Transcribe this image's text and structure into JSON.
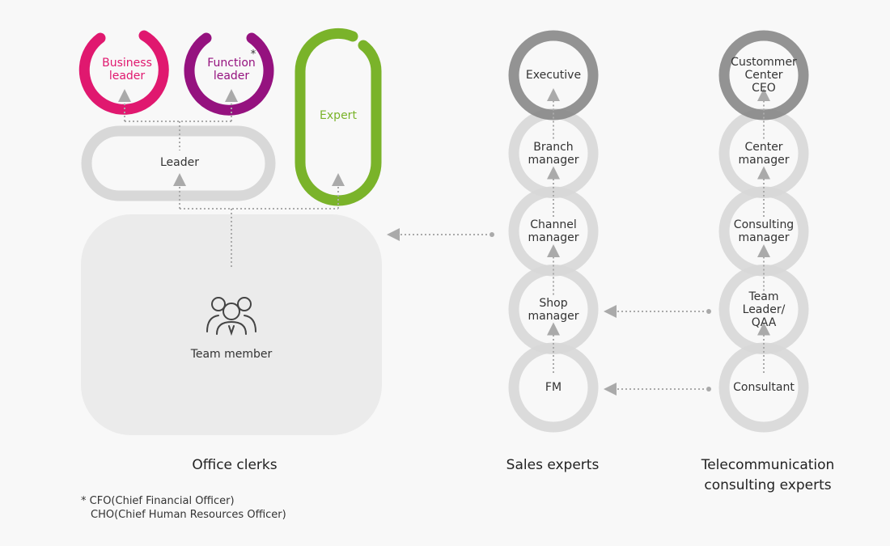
{
  "colors": {
    "business": "#e0186f",
    "function": "#95127f",
    "expert": "#7ab32a",
    "ring_gray": "#d8d8d8",
    "ring_dark": "#8a8a8a",
    "blob": "#ebebeb",
    "dotted": "#aaaaaa"
  },
  "office": {
    "business_leader": "Business\nleader",
    "function_leader": "Function\nleader",
    "function_asterisk": "*",
    "expert": "Expert",
    "leader": "Leader",
    "team_member": "Team member",
    "team_icon": "team-people-icon",
    "title": "Office clerks"
  },
  "sales": {
    "title": "Sales experts",
    "levels": [
      "Executive",
      "Branch\nmanager",
      "Channel\nmanager",
      "Shop\nmanager",
      "FM"
    ]
  },
  "telecom": {
    "title": "Telecommunication\nconsulting experts",
    "levels": [
      "Custommer\nCenter\nCEO",
      "Center\nmanager",
      "Consulting\nmanager",
      "Team\nLeader/\nQAA",
      "Consultant"
    ]
  },
  "footnote": {
    "mark": "*",
    "line1": "CFO(Chief Financial Officer)",
    "line2": "CHO(Chief Human Resources Officer)"
  }
}
